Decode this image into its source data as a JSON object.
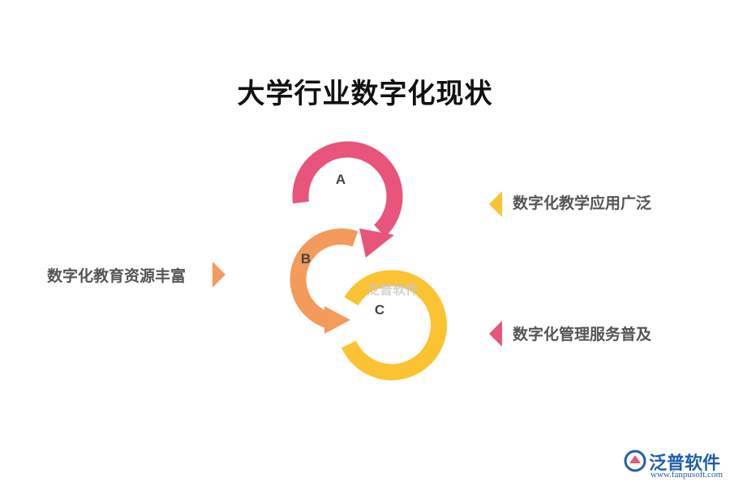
{
  "title": "大学行业数字化现状",
  "colors": {
    "a": "#e8547a",
    "b": "#f39a5c",
    "c": "#fbc332",
    "label_text": "#555555",
    "brand": "#1f5fa8"
  },
  "rings": [
    {
      "letter": "A",
      "label": "数字化教学应用广泛"
    },
    {
      "letter": "B",
      "label": "数字化教育资源丰富"
    },
    {
      "letter": "C",
      "label": "数字化管理服务普及"
    }
  ],
  "watermark": "泛普软件",
  "logo": {
    "name": "泛普软件",
    "url": "www.fanpusoft.com"
  }
}
